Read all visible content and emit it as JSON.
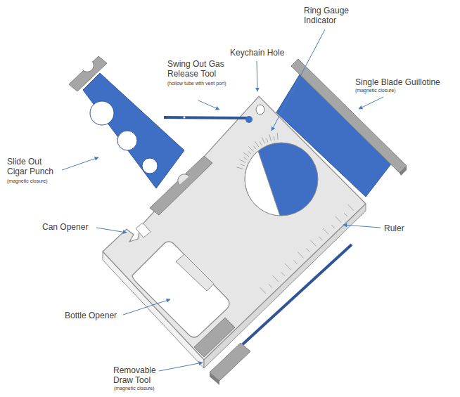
{
  "diagram": {
    "labels": [
      "Ring Gauge Indicator",
      "Swing Out Gas Release Tool",
      "(hollow tube with vent port)",
      "Keychain Hole",
      "Single Blade Guillotine",
      "(magnetic closure)",
      "Slide Out Cigar Punch",
      "(magnetic closure)",
      "Can Opener",
      "Ruler",
      "Bottle Opener",
      "Removable Draw Tool",
      "(magnetic closure)"
    ]
  }
}
